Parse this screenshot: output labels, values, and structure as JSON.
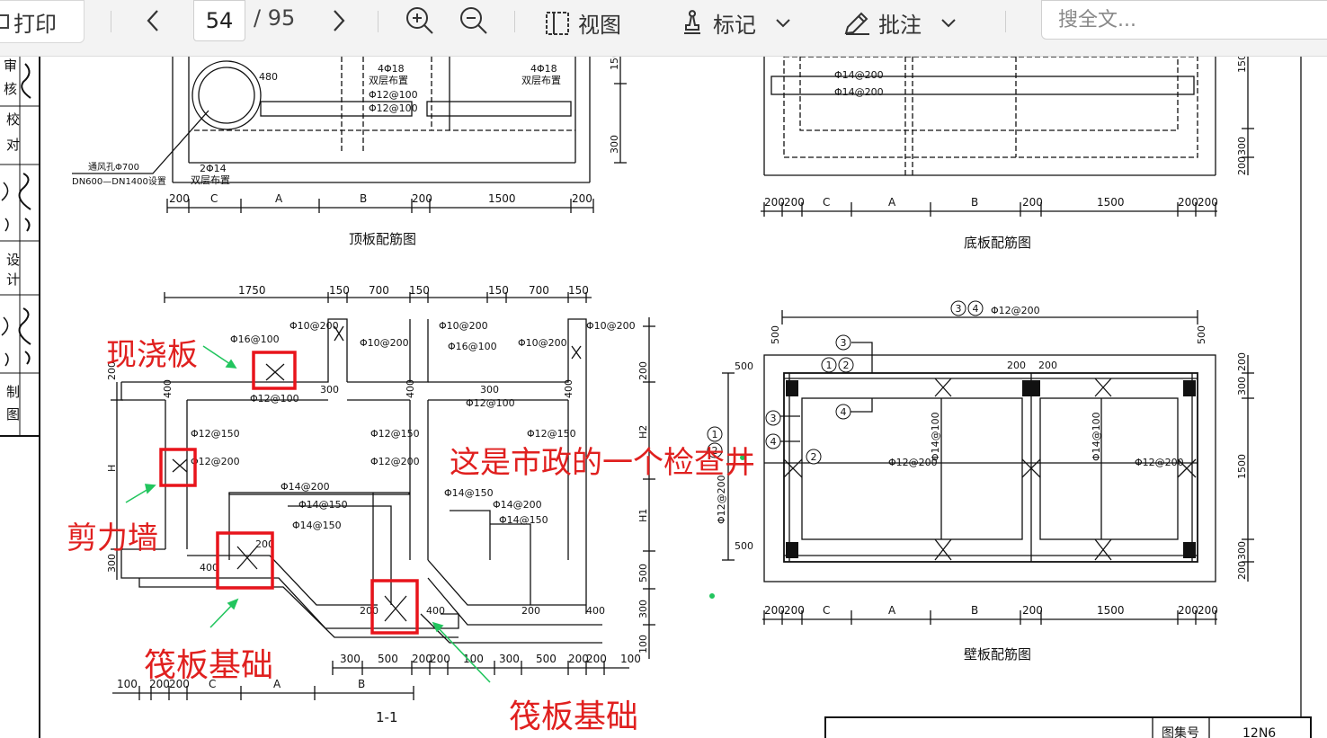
{
  "toolbar": {
    "print": "打印",
    "page_current": "54",
    "page_total": "/ 95",
    "view": "视图",
    "mark": "标记",
    "annotate": "批注",
    "search_placeholder": "搜全文..."
  },
  "drawing": {
    "title_top": "顶板配筋图",
    "title_bottom": "底板配筋图",
    "title_wall": "壁板配筋图",
    "section": "1-1",
    "duct": "通风孔Φ700",
    "duct_dn": "DN600—DN1400设置",
    "double_layer": "双层布置",
    "atlas_label": "图集号",
    "atlas_no": "12N6",
    "left_strip": [
      "审",
      "核",
      "校",
      "对",
      "设",
      "计",
      "制",
      "图"
    ],
    "dims": {
      "d200": "200",
      "dC": "C",
      "dA": "A",
      "dB": "B",
      "d1500": "1500",
      "d1750": "1750",
      "d150": "150",
      "d700": "700",
      "d300": "300",
      "d500": "500",
      "d100": "100",
      "d400": "400",
      "d480": "480",
      "H": "H",
      "H1": "H1",
      "H2": "H2"
    },
    "rebar": {
      "r4_18": "4Φ18",
      "r2_14": "2Φ14",
      "r12_100": "Φ12@100",
      "r14_200": "Φ14@200",
      "r16_100": "Φ16@100",
      "r10_200": "Φ10@200",
      "r12_150": "Φ12@150",
      "r12_200": "Φ12@200",
      "r14_150": "Φ14@150",
      "r14_100": "Φ14@100",
      "r34": "Φ12@200"
    },
    "circles": [
      "1",
      "2",
      "3",
      "4"
    ]
  },
  "annotations": {
    "cast_slab": "现浇板",
    "shear_wall": "剪力墙",
    "raft_foundation_left": "筏板基础",
    "raft_foundation_right": "筏板基础",
    "note": "这是市政的一个检查井"
  },
  "colors": {
    "annotation": "#e0201f",
    "arrow": "#22c55e",
    "box": "#e8141b"
  }
}
